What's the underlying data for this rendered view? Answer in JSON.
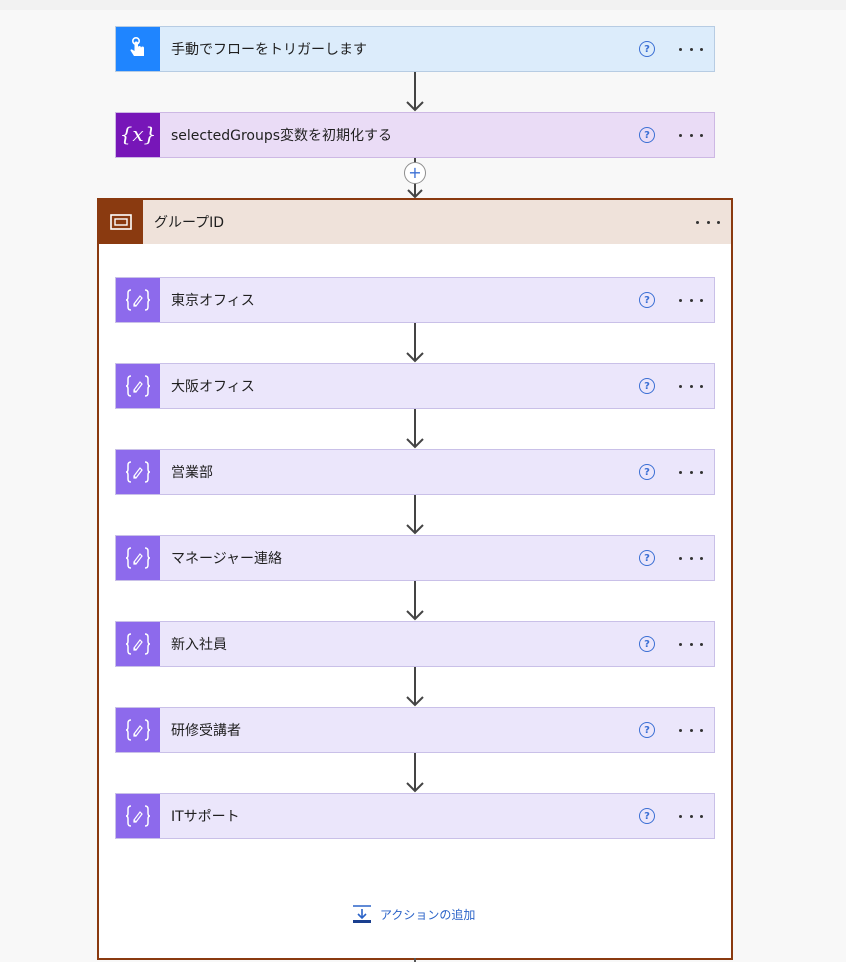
{
  "flow": {
    "trigger": {
      "title": "手動でフローをトリガーします",
      "icon": "touch-hand-icon",
      "color": "#1f85ff"
    },
    "init_variable": {
      "title": "selectedGroups変数を初期化する",
      "icon": "variable-x-icon",
      "color": "#7716b8"
    },
    "scope": {
      "title": "グループID",
      "icon": "scope-icon",
      "color": "#8a3a10",
      "actions": [
        {
          "title": "東京オフィス",
          "icon": "compose-icon"
        },
        {
          "title": "大阪オフィス",
          "icon": "compose-icon"
        },
        {
          "title": "営業部",
          "icon": "compose-icon"
        },
        {
          "title": "マネージャー連絡",
          "icon": "compose-icon"
        },
        {
          "title": "新入社員",
          "icon": "compose-icon"
        },
        {
          "title": "研修受講者",
          "icon": "compose-icon"
        },
        {
          "title": "ITサポート",
          "icon": "compose-icon"
        }
      ],
      "add_action_label": "アクションの追加"
    },
    "help_glyph": "?",
    "insert_glyph": "+"
  },
  "colors": {
    "compose": "#8d6aec",
    "link": "#2b63c8"
  }
}
